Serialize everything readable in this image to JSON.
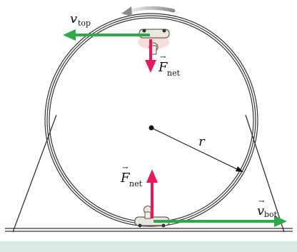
{
  "labels": {
    "v_top": {
      "sym": "v",
      "sub": "top"
    },
    "f_net_top": {
      "sym": "F",
      "sub": "net"
    },
    "f_net_bottom": {
      "sym": "F",
      "sub": "net"
    },
    "v_bot": {
      "sym": "v",
      "sub": "bot"
    },
    "radius": "r"
  },
  "colors": {
    "velocity": "#2fa84a",
    "force": "#e8195a",
    "track": "#333333",
    "ground": "#dbe9e6",
    "rotation_arrow": "#9a9a9a",
    "car": "#e9e4dc"
  }
}
